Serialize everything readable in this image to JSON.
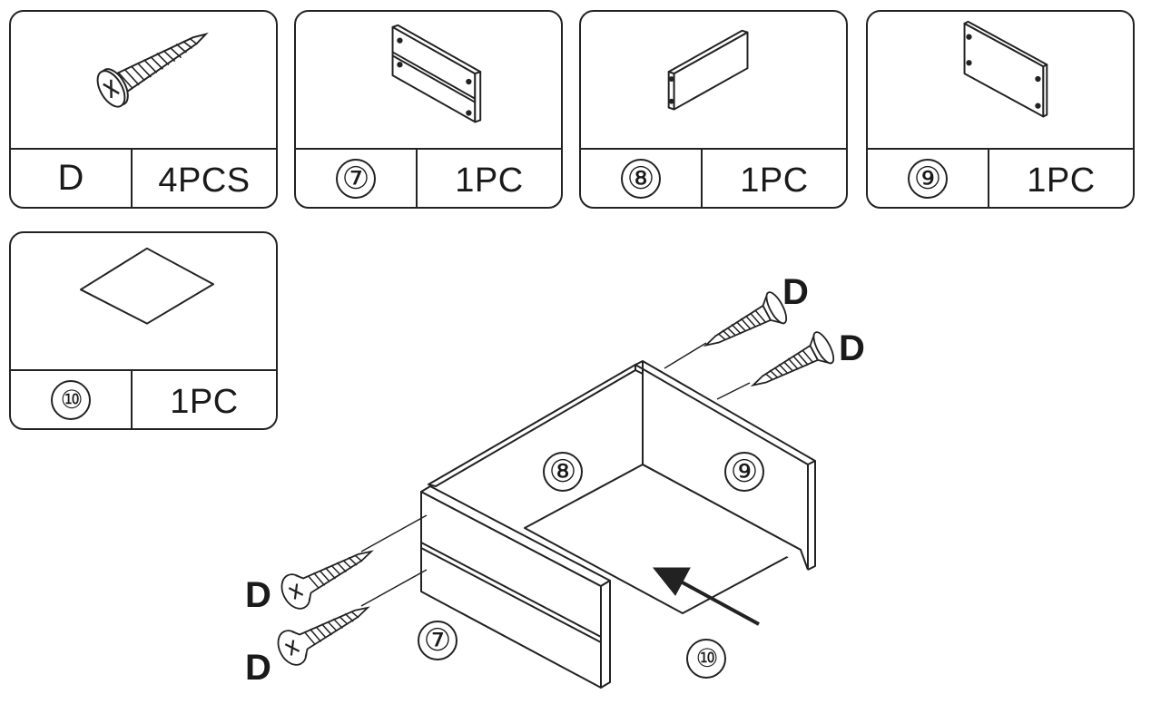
{
  "parts": [
    {
      "id": "D",
      "qty": "4PCS",
      "kind": "screw"
    },
    {
      "id": "⑦",
      "qty": "1PC",
      "kind": "front-panel"
    },
    {
      "id": "⑧",
      "qty": "1PC",
      "kind": "side-panel"
    },
    {
      "id": "⑨",
      "qty": "1PC",
      "kind": "side-panel"
    },
    {
      "id": "⑩",
      "qty": "1PC",
      "kind": "bottom-panel"
    }
  ],
  "assembly": {
    "screw_label": "D",
    "panel_labels": {
      "front": "⑦",
      "left_side": "⑧",
      "right_side": "⑨",
      "bottom": "⑩"
    }
  }
}
